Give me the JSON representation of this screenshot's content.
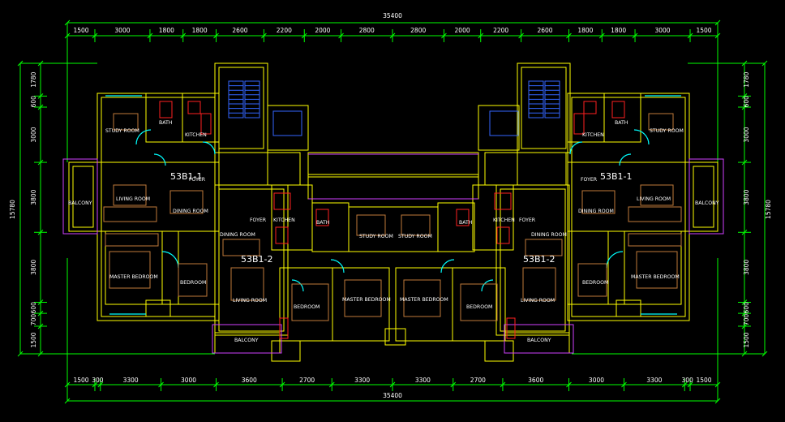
{
  "drawing": {
    "overall_dimension": "35400",
    "overall_height": "15780",
    "top_dimensions": [
      "1500",
      "3000",
      "1800",
      "1800",
      "2600",
      "2200",
      "2000",
      "2800",
      "2800",
      "2000",
      "2200",
      "2600",
      "1800",
      "1800",
      "3000",
      "1500"
    ],
    "bottom_dimensions": [
      "1500",
      "300",
      "3300",
      "3000",
      "3600",
      "2700",
      "3300",
      "3300",
      "2700",
      "3600",
      "3000",
      "3300",
      "300",
      "1500"
    ],
    "side_dimensions": [
      "1780",
      "600",
      "3000",
      "3800",
      "3800",
      "600",
      "700",
      "1500"
    ],
    "unit_labels": [
      "53B1-1",
      "53B1-2",
      "53B1-2",
      "53B1-1"
    ],
    "rooms": {
      "study_room": "STUDY ROOM",
      "bath": "BATH",
      "kitchen": "KITCHEN",
      "living_room": "LIVING ROOM",
      "foyer": "FOYER",
      "dining_room": "DINING ROOM",
      "balcony": "BALCONY",
      "master_bedroom": "MASTER BEDROOM",
      "bedroom": "BEDROOM"
    },
    "colors": {
      "dimension": "#00ff00",
      "wall": "#ffff00",
      "furniture": "#c07a3a",
      "window": "#00ffff",
      "stair": "#3366ff",
      "fixture": "#ff2020",
      "outline": "#ff00ff",
      "text": "#ffffff"
    }
  }
}
